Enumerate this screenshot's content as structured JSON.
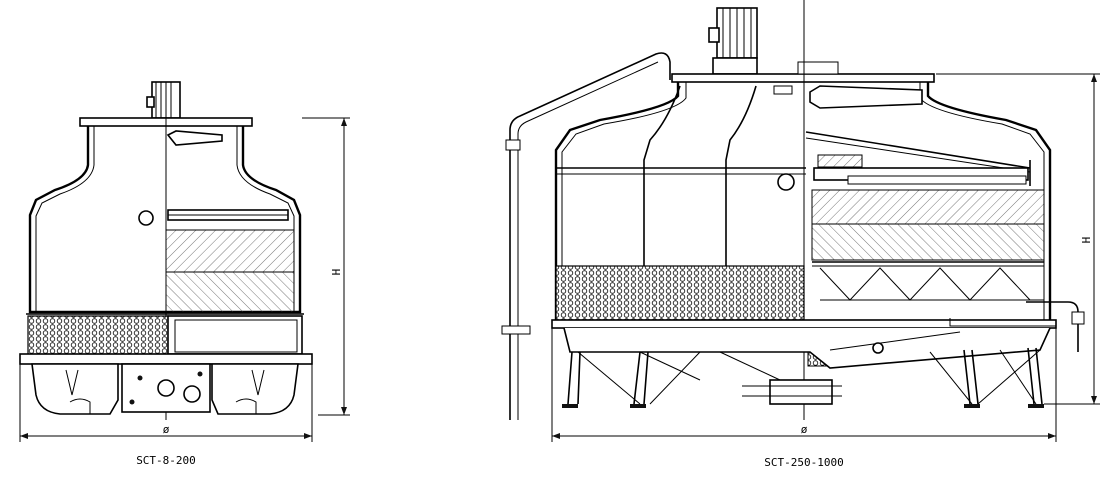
{
  "small_tower": {
    "model_label": "SCT-8-200",
    "height_label": "H",
    "diameter_label": "ø"
  },
  "large_tower": {
    "model_label": "SCT-250-1000",
    "height_label": "H",
    "diameter_label": "ø"
  },
  "colors": {
    "line": "#000000",
    "background": "#ffffff"
  }
}
